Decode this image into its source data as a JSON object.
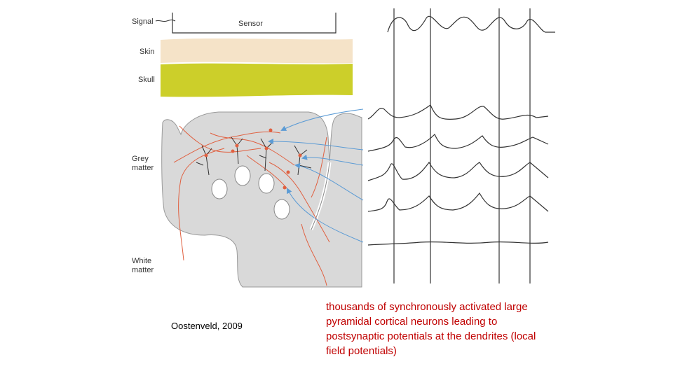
{
  "labels": {
    "signal": "Signal",
    "sensor": "Sensor",
    "skin": "Skin",
    "skull": "Skull",
    "grey_matter_line1": "Grey",
    "grey_matter_line2": "matter",
    "white_matter_line1": "White",
    "white_matter_line2": "matter"
  },
  "citation": "Oostenveld, 2009",
  "caption": "thousands of synchronously activated large pyramidal cortical neurons leading to postsynaptic potentials at the dendrites (local field potentials)",
  "colors": {
    "skin": "#f5e3c8",
    "skull": "#cccf2a",
    "brain": "#d9d9d9",
    "axon": "#e06040",
    "arrow": "#5b9bd5",
    "caption": "#c00000"
  }
}
